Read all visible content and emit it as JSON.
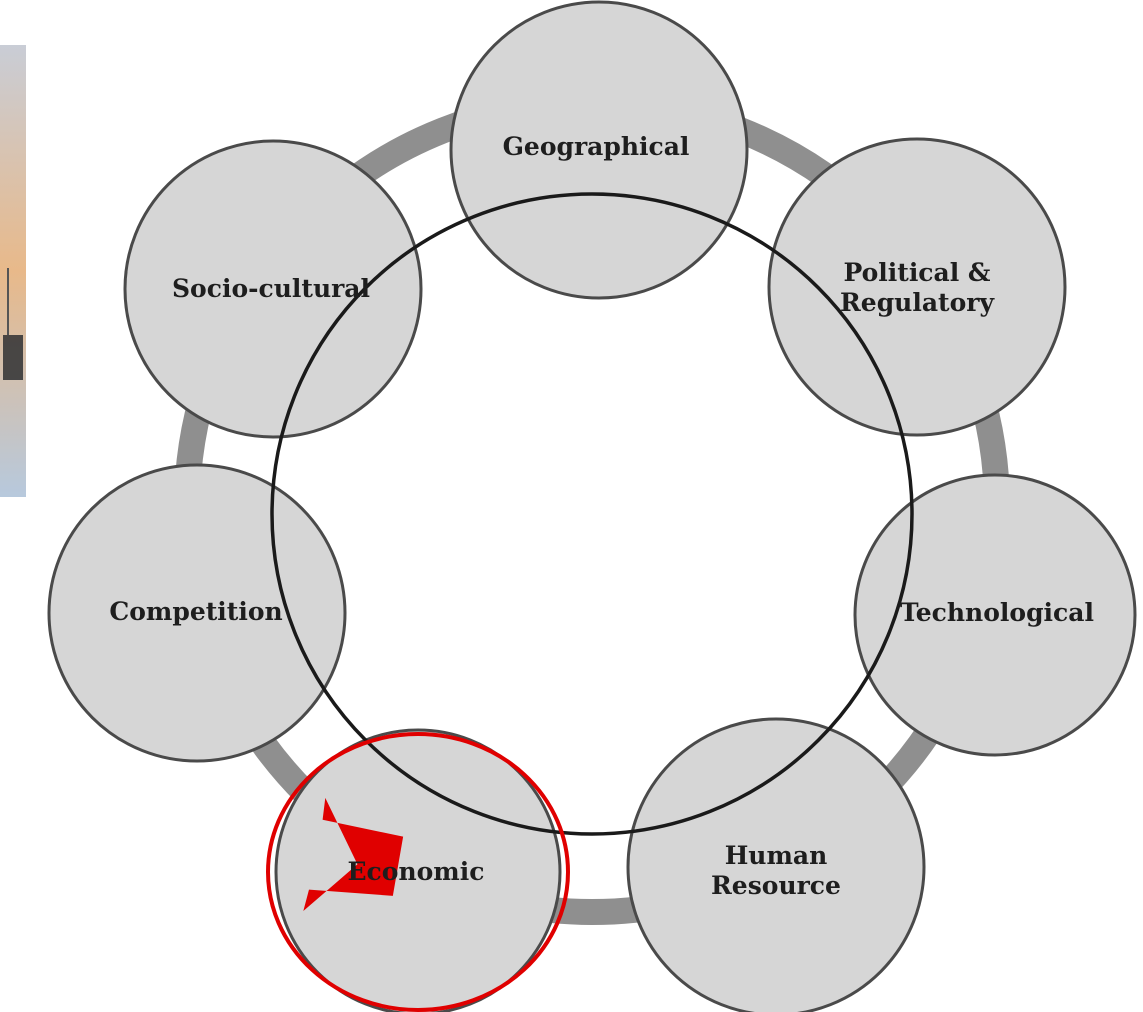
{
  "diagram": {
    "nodes": [
      {
        "id": "geographical",
        "lines": [
          "Geographical"
        ]
      },
      {
        "id": "political-regulatory",
        "lines": [
          "Political &",
          "Regulatory"
        ]
      },
      {
        "id": "technological",
        "lines": [
          "Technological"
        ]
      },
      {
        "id": "human-resource",
        "lines": [
          "Human",
          "Resource"
        ]
      },
      {
        "id": "economic",
        "lines": [
          "Economic"
        ]
      },
      {
        "id": "competition",
        "lines": [
          "Competition"
        ]
      },
      {
        "id": "socio-cultural",
        "lines": [
          "Socio-cultural"
        ]
      }
    ],
    "highlighted_node": "economic",
    "colors": {
      "node_fill": "#d6d6d6",
      "node_stroke": "#4a4a4a",
      "ring_band": "#8f8f8f",
      "center_circle": "#1a1a1a",
      "highlight": "#e00000",
      "photo_sky": "#c9cdd6",
      "photo_sunset": "#e8b98a",
      "photo_snow": "#b7c9dd"
    }
  }
}
